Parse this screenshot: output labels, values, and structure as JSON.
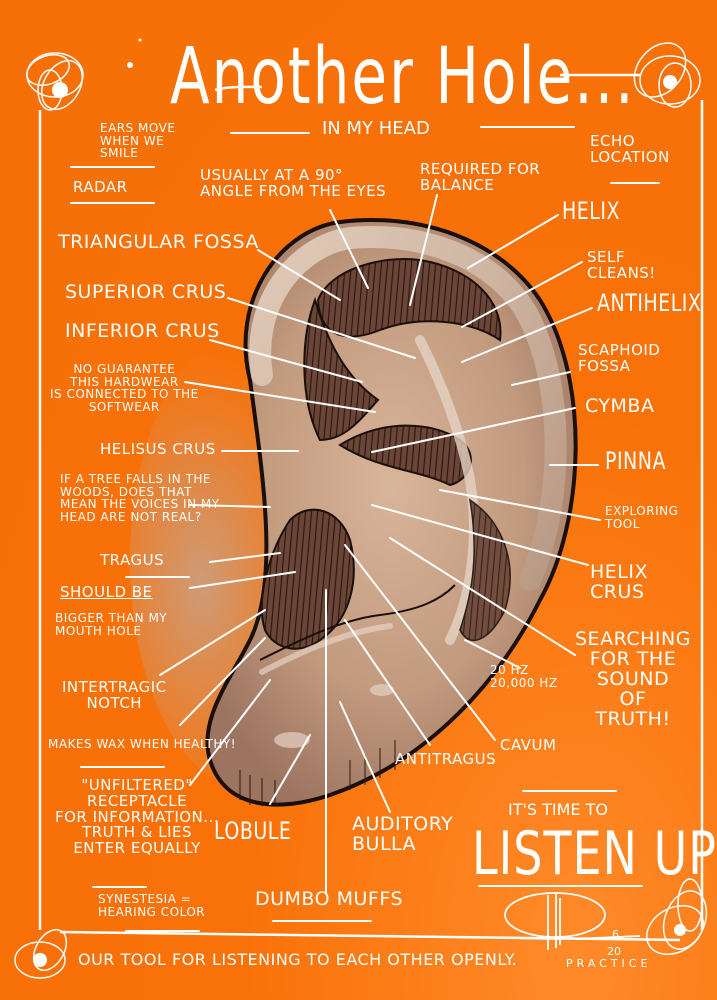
{
  "poster": {
    "title": "Another Hole...",
    "subtitle": "in my head",
    "background_color": "#f97209",
    "ink_color": "#ffffff",
    "ear_skin_color": "#c9a487",
    "ear_shadow_color": "#6e4a3c",
    "outline_color": "#1a0f0a"
  },
  "labels": {
    "ears_move": "Ears move\nwhen we\nsmile",
    "radar": "Radar",
    "angle_note": "Usually at a 90°\nangle from the eyes",
    "balance_note": "Required for\nbalance",
    "echo_location": "Echo\nlocation",
    "helix": "Helix",
    "self_cleans": "Self\ncleans!",
    "antihelix": "Antihelix",
    "scaphoid_fossa": "Scaphoid\nfossa",
    "cymba": "Cymba",
    "pinna": "Pinna",
    "exploring_tool": "Exploring\ntool",
    "helix_crus": "Helix\ncrus",
    "searching": "Searching\nfor the\nsound\nof\ntruth!",
    "frequency_range": "20 Hz\n20,000 Hz",
    "cavum": "Cavum",
    "antitragus": "Antitragus",
    "auditory_bulla": "Auditory\nbulla",
    "dumbo_muffs": "Dumbo muffs",
    "lobule": "Lobule",
    "triangular_fossa": "Triangular fossa",
    "superior_crus": "Superior crus",
    "inferior_crus": "Inferior crus",
    "no_guarantee": "No guarantee\nthis hardwear\nis connected to the\nsoftwear",
    "helisus_crus": "Helisus crus",
    "tree_falls": "If a tree falls in the\nwoods, does that\nmean the voices in my\nhead are not real?",
    "tragus": "Tragus",
    "should_be": "Should be",
    "bigger_than": "bigger than my\nmouth hole",
    "intertragic_notch": "Intertragic\nnotch",
    "makes_wax": "Makes wax when healthy!",
    "unfiltered": "\"Unfiltered\"\nreceptacle\nfor information...\ntruth & lies\nenter equally",
    "synesthesia": "Synestesia =\nhearing color"
  },
  "callout": {
    "small": "It's time to",
    "big": "Listen up!"
  },
  "footer": {
    "text": "Our tool for listening to each other openly.",
    "signature_date_top": "6",
    "signature_date_bottom": "20",
    "practice": "Practice"
  }
}
